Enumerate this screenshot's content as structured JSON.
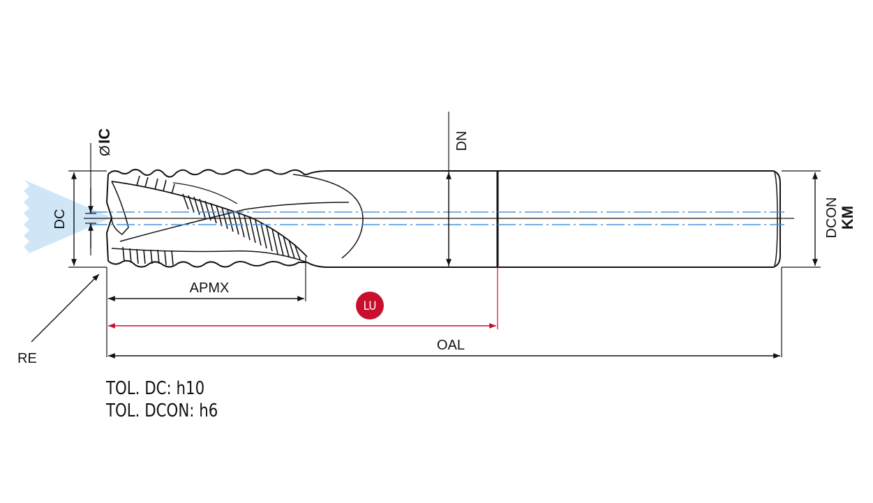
{
  "diagram": {
    "labels": {
      "dc": "DC",
      "ic_prefix": "Ø",
      "ic": "IC",
      "dn": "DN",
      "dcon": "DCON",
      "km": "KM",
      "apmx": "APMX",
      "lu": "LU",
      "oal": "OAL",
      "re": "RE"
    },
    "colors": {
      "lines": "#111111",
      "centerline": "#4a90d9",
      "lu_accent": "#c8102e",
      "cut_zone": "#cfe6f7"
    }
  },
  "tolerances": {
    "line1": "TOL. DC: h10",
    "line2": "TOL. DCON: h6"
  }
}
